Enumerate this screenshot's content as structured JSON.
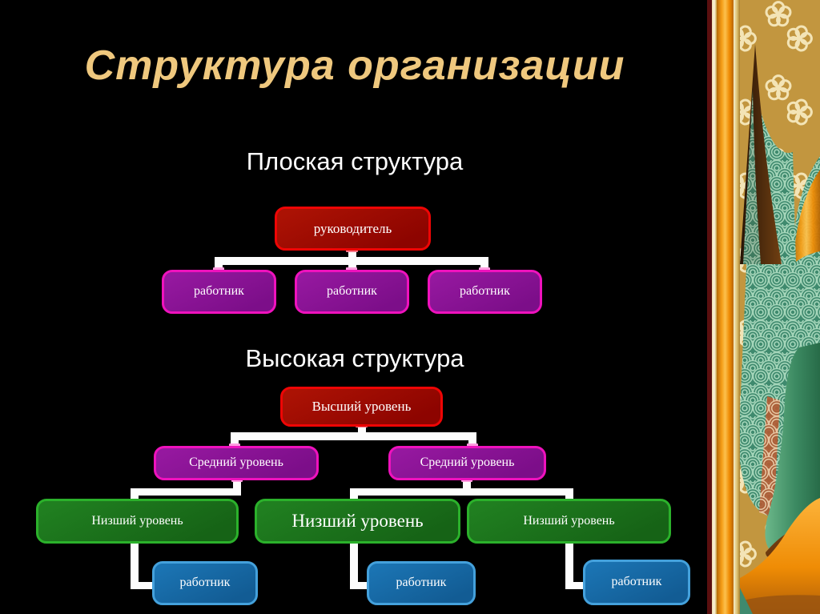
{
  "slide": {
    "title": "Структура организации"
  },
  "diagrams": {
    "flat": {
      "heading": "Плоская структура",
      "root": "руководитель",
      "workers": [
        "работник",
        "работник",
        "работник"
      ]
    },
    "tall": {
      "heading": "Высокая структура",
      "root": "Высший уровень",
      "middle": [
        "Средний уровень",
        "Средний уровень"
      ],
      "lower": [
        "Низший уровень",
        "Низший уровень",
        "Низший уровень"
      ],
      "workers": [
        "работник",
        "работник",
        "работник"
      ]
    }
  },
  "palette": {
    "background": "#000000",
    "title_gold": "#efc87e",
    "heading_white": "#ffffff",
    "node_red_fill": "#9b0a00",
    "node_red_border": "#ee0505",
    "node_purple_fill": "#8a1594",
    "node_purple_border": "#ef12bd",
    "node_green_fill": "#1d751d",
    "node_green_border": "#2bb12b",
    "node_blue_fill": "#176aa8",
    "node_blue_border": "#44a1dc",
    "connector": "#ffffff",
    "panel_gold": "#c59a42",
    "panel_orange": "#f59d16",
    "panel_teal": "#3f8a6e",
    "panel_flower_cream": "#f3e4b6"
  }
}
